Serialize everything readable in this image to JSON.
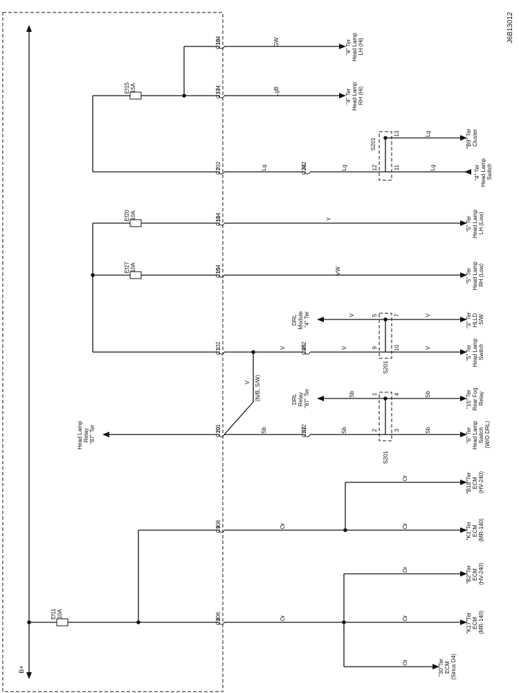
{
  "diagram_id": "J6B13012",
  "supply_label": "B+",
  "fuses": [
    {
      "name": "Ef11",
      "rating": "10A"
    },
    {
      "name": "Ef27",
      "rating": "10A"
    },
    {
      "name": "Ef20",
      "rating": "10A"
    },
    {
      "name": "Ef15",
      "rating": "15A"
    }
  ],
  "pins_left": [
    {
      "pin": "8",
      "connector": "C106"
    },
    {
      "pin": "9",
      "connector": "C106"
    },
    {
      "pin": "20",
      "connector": "C101"
    },
    {
      "pin": "1",
      "connector": "C102"
    },
    {
      "pin": "15",
      "connector": "C104"
    },
    {
      "pin": "11",
      "connector": "C104"
    },
    {
      "pin": "2",
      "connector": "C102"
    },
    {
      "pin": "17",
      "connector": "C104"
    },
    {
      "pin": "18",
      "connector": "C104"
    }
  ],
  "mid_connectors": [
    {
      "pin": "57",
      "connector": "C202"
    },
    {
      "pin": "45",
      "connector": "C202"
    },
    {
      "pin": "34",
      "connector": "C202"
    }
  ],
  "wire_labels": {
    "or": "Or",
    "sb": "Sb",
    "v": "V",
    "vw": "VW",
    "y": "Y",
    "lg": "Lg",
    "lgb": "LgB",
    "gw": "GW",
    "nb_sw": "(N/B, S/W)"
  },
  "splice_label": "S201",
  "splice_pins": {
    "p1": "1",
    "p2": "2",
    "p3": "3",
    "p4": "4",
    "p5": "5",
    "p7": "7",
    "p9": "9",
    "p10": "10",
    "p11": "11",
    "p12": "12",
    "p13": "13"
  },
  "destinations": {
    "ecm30": [
      "\"30\"Ter",
      "ECM",
      "(Sirius D4)"
    ],
    "ecmk17": [
      "\"K17\"Ter",
      "ECM",
      "(MR-140)"
    ],
    "ecmb2": [
      "\"B2\"Ter",
      "ECM",
      "(HV-240)"
    ],
    "ecmk1": [
      "\"K1\"Ter",
      "ECM",
      "(MR-140)"
    ],
    "ecmb18": [
      "\"B18\"Ter",
      "ECM",
      "(HV-240)"
    ],
    "hlswitch6": [
      "\"6\" Ter",
      "Head Lamp",
      "Switch",
      "(W/O DRL)"
    ],
    "rearfog": [
      "\"15\" Ter",
      "Rear Fog",
      "Relay"
    ],
    "hlswitch5": [
      "\"5\" Ter",
      "Head Lamp",
      "Switch"
    ],
    "hlld": [
      "\"3\" Ter",
      "HLLD",
      "S/W"
    ],
    "hlrhlow": [
      "\"5\" Ter",
      "Head Lamp",
      "RH (Low)"
    ],
    "hllhlow": [
      "\"5\" Ter",
      "Head Lamp",
      "LH (Low)"
    ],
    "hlswitch4": [
      "\"4\" Ter",
      "Head Lamp",
      "Switch"
    ],
    "cluster": [
      "\"B9\" Ter",
      "Cluster"
    ],
    "hlrhhi": [
      "\"4\" Ter",
      "Head Lamp",
      "RH (Hi)"
    ],
    "hllhhi": [
      "\"4\" Ter",
      "Head Lamp",
      "LH (Hi)"
    ],
    "hlrelay": [
      "Head Lamp",
      "Relay",
      "\"87\" Ter"
    ],
    "drlrelay": [
      "DRL",
      "Relay",
      "\"87\" Ter"
    ],
    "drlmodule": [
      "DRL",
      "Module",
      "\"4\" Ter"
    ]
  }
}
